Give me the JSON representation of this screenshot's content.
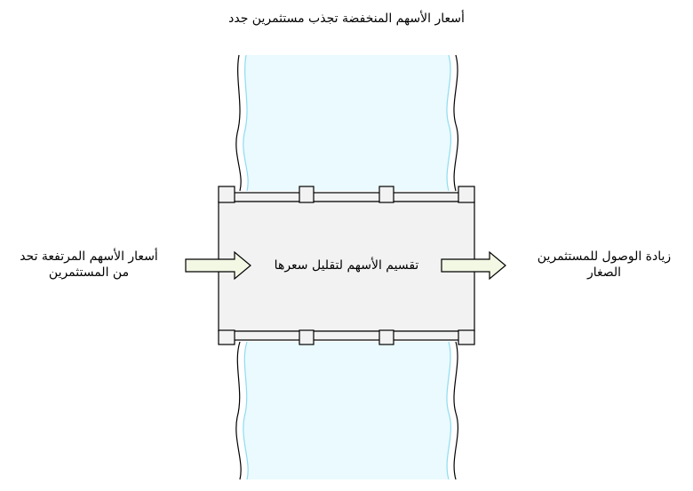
{
  "labels": {
    "top": "أسعار الأسهم المنخفضة تجذب مستثمرين جدد",
    "left_line1": "أسعار الأسهم المرتفعة تحد",
    "left_line2": "من المستثمرين",
    "center": "تقسيم الأسهم لتقليل سعرها",
    "right_line1": "زيادة الوصول للمستثمرين",
    "right_line2": "الصغار"
  },
  "colors": {
    "stream": "#eafaff",
    "stream_edge": "#8fdcef",
    "box": "#f2f2f2",
    "arrow": "#f3f8e4",
    "outline": "#000000"
  }
}
